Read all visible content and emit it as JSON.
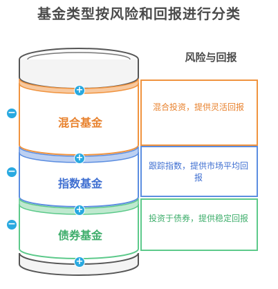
{
  "title": "基金类型按风险和回报进行分类",
  "column_header": "风险与回报",
  "segments": [
    {
      "name": "混合基金",
      "description": "混合投资，提供灵活回报",
      "color": "#f0933e",
      "text_color": "#e8822e"
    },
    {
      "name": "指数基金",
      "description": "跟踪指数，提供市场平均回报",
      "color": "#5b8de0",
      "text_color": "#3f6fd1"
    },
    {
      "name": "债券基金",
      "description": "投资于债券，提供稳定回报",
      "color": "#5cc98a",
      "text_color": "#3fae6c"
    }
  ],
  "controls": {
    "minus_symbol": "−",
    "plus_symbol": "+"
  },
  "colors": {
    "outline": "#555555",
    "accent": "#29a9e0",
    "title": "#4a4a4a"
  }
}
